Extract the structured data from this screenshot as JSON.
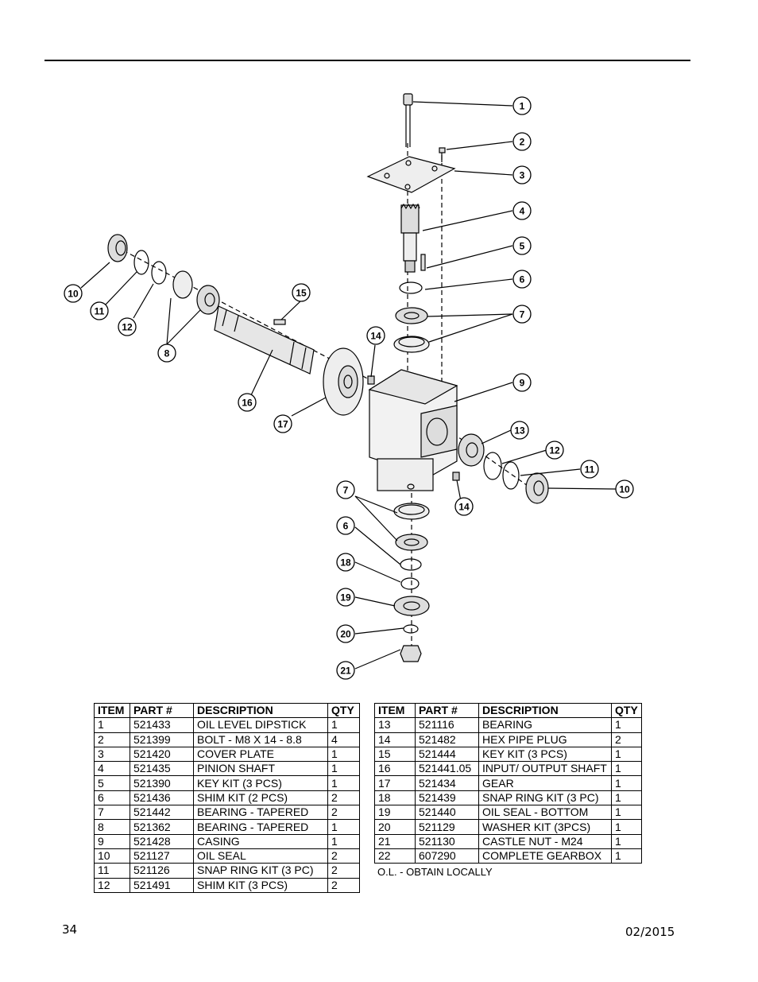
{
  "page": {
    "number": "34",
    "date": "02/2015"
  },
  "callouts": [
    "1",
    "2",
    "3",
    "4",
    "5",
    "6",
    "7",
    "8",
    "9",
    "10",
    "11",
    "12",
    "13",
    "14",
    "15",
    "16",
    "17",
    "18",
    "19",
    "20",
    "21"
  ],
  "table_headers": {
    "item": "ITEM",
    "part": "PART #",
    "description": "DESCRIPTION",
    "qty": "QTY"
  },
  "parts_left": [
    {
      "item": "1",
      "part": "521433",
      "description": "OIL LEVEL DIPSTICK",
      "qty": "1"
    },
    {
      "item": "2",
      "part": "521399",
      "description": "BOLT - M8 X 14 - 8.8",
      "qty": "4"
    },
    {
      "item": "3",
      "part": "521420",
      "description": "COVER PLATE",
      "qty": "1"
    },
    {
      "item": "4",
      "part": "521435",
      "description": "PINION SHAFT",
      "qty": "1"
    },
    {
      "item": "5",
      "part": "521390",
      "description": "KEY KIT (3 PCS)",
      "qty": "1"
    },
    {
      "item": "6",
      "part": "521436",
      "description": "SHIM KIT (2 PCS)",
      "qty": "2"
    },
    {
      "item": "7",
      "part": "521442",
      "description": "BEARING - TAPERED",
      "qty": "2"
    },
    {
      "item": "8",
      "part": "521362",
      "description": "BEARING - TAPERED",
      "qty": "1"
    },
    {
      "item": "9",
      "part": "521428",
      "description": "CASING",
      "qty": "1"
    },
    {
      "item": "10",
      "part": "521127",
      "description": "OIL SEAL",
      "qty": "2"
    },
    {
      "item": "11",
      "part": "521126",
      "description": "SNAP RING KIT (3 PC)",
      "qty": "2"
    },
    {
      "item": "12",
      "part": "521491",
      "description": "SHIM KIT (3 PCS)",
      "qty": "2"
    }
  ],
  "parts_right": [
    {
      "item": "13",
      "part": "521116",
      "description": "BEARING",
      "qty": "1"
    },
    {
      "item": "14",
      "part": "521482",
      "description": "HEX PIPE PLUG",
      "qty": "2"
    },
    {
      "item": "15",
      "part": "521444",
      "description": "KEY KIT (3 PCS)",
      "qty": "1"
    },
    {
      "item": "16",
      "part": "521441.05",
      "description": "INPUT/ OUTPUT SHAFT",
      "qty": "1"
    },
    {
      "item": "17",
      "part": "521434",
      "description": "GEAR",
      "qty": "1"
    },
    {
      "item": "18",
      "part": "521439",
      "description": "SNAP RING KIT (3 PC)",
      "qty": "1"
    },
    {
      "item": "19",
      "part": "521440",
      "description": "OIL SEAL - BOTTOM",
      "qty": "1"
    },
    {
      "item": "20",
      "part": "521129",
      "description": "WASHER KIT (3PCS)",
      "qty": "1"
    },
    {
      "item": "21",
      "part": "521130",
      "description": "CASTLE NUT -  M24",
      "qty": "1"
    },
    {
      "item": "22",
      "part": "607290",
      "description": "COMPLETE GEARBOX",
      "qty": "1"
    }
  ],
  "note": "O.L. - OBTAIN LOCALLY"
}
